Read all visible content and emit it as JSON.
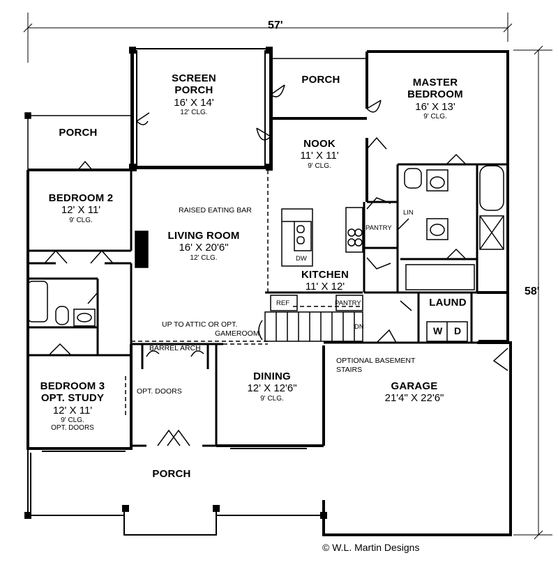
{
  "overall": {
    "width": "57'",
    "depth": "58'"
  },
  "rooms": {
    "screen_porch": {
      "name_line1": "SCREEN",
      "name_line2": "PORCH",
      "size": "16' X 14'",
      "ceiling": "12' CLG."
    },
    "porch_top": {
      "name": "PORCH"
    },
    "master_bedroom": {
      "name_line1": "MASTER",
      "name_line2": "BEDROOM",
      "size": "16' X 13'",
      "ceiling": "9' CLG."
    },
    "porch_left": {
      "name": "PORCH"
    },
    "nook": {
      "name": "NOOK",
      "size": "11' X 11'",
      "ceiling": "9' CLG."
    },
    "bedroom2": {
      "name": "BEDROOM 2",
      "size": "12' X 11'",
      "ceiling": "9' CLG."
    },
    "living_room": {
      "name": "LIVING ROOM",
      "size": "16' X 20'6\"",
      "ceiling": "12' CLG."
    },
    "kitchen": {
      "name": "KITCHEN",
      "size": "11' X 12'"
    },
    "laund": {
      "name": "LAUND"
    },
    "bedroom3": {
      "name_line1": "BEDROOM 3",
      "name_line2": "OPT. STUDY",
      "size": "12' X 11'",
      "ceiling": "9' CLG.",
      "extra": "OPT. DOORS"
    },
    "dining": {
      "name": "DINING",
      "size": "12' X 12'6\"",
      "ceiling": "9' CLG."
    },
    "garage": {
      "name": "GARAGE",
      "size": "21'4\" X 22'6\""
    },
    "porch_front": {
      "name": "PORCH"
    }
  },
  "notes": {
    "raised_bar": "RAISED EATING BAR",
    "pantry1": "PANTRY",
    "pantry2": "PANTRY",
    "lin": "LIN",
    "dw": "DW",
    "ref": "REF",
    "dn": "DN",
    "attic_line1": "UP TO ATTIC OR OPT.",
    "attic_line2": "GAMEROOM",
    "barrel_arch": "BARREL ARCH",
    "opt_doors": "OPT. DOORS",
    "basement_line1": "OPTIONAL BASEMENT",
    "basement_line2": "STAIRS",
    "washer": "W",
    "dryer": "D"
  },
  "copyright": "© W.L. Martin Designs"
}
